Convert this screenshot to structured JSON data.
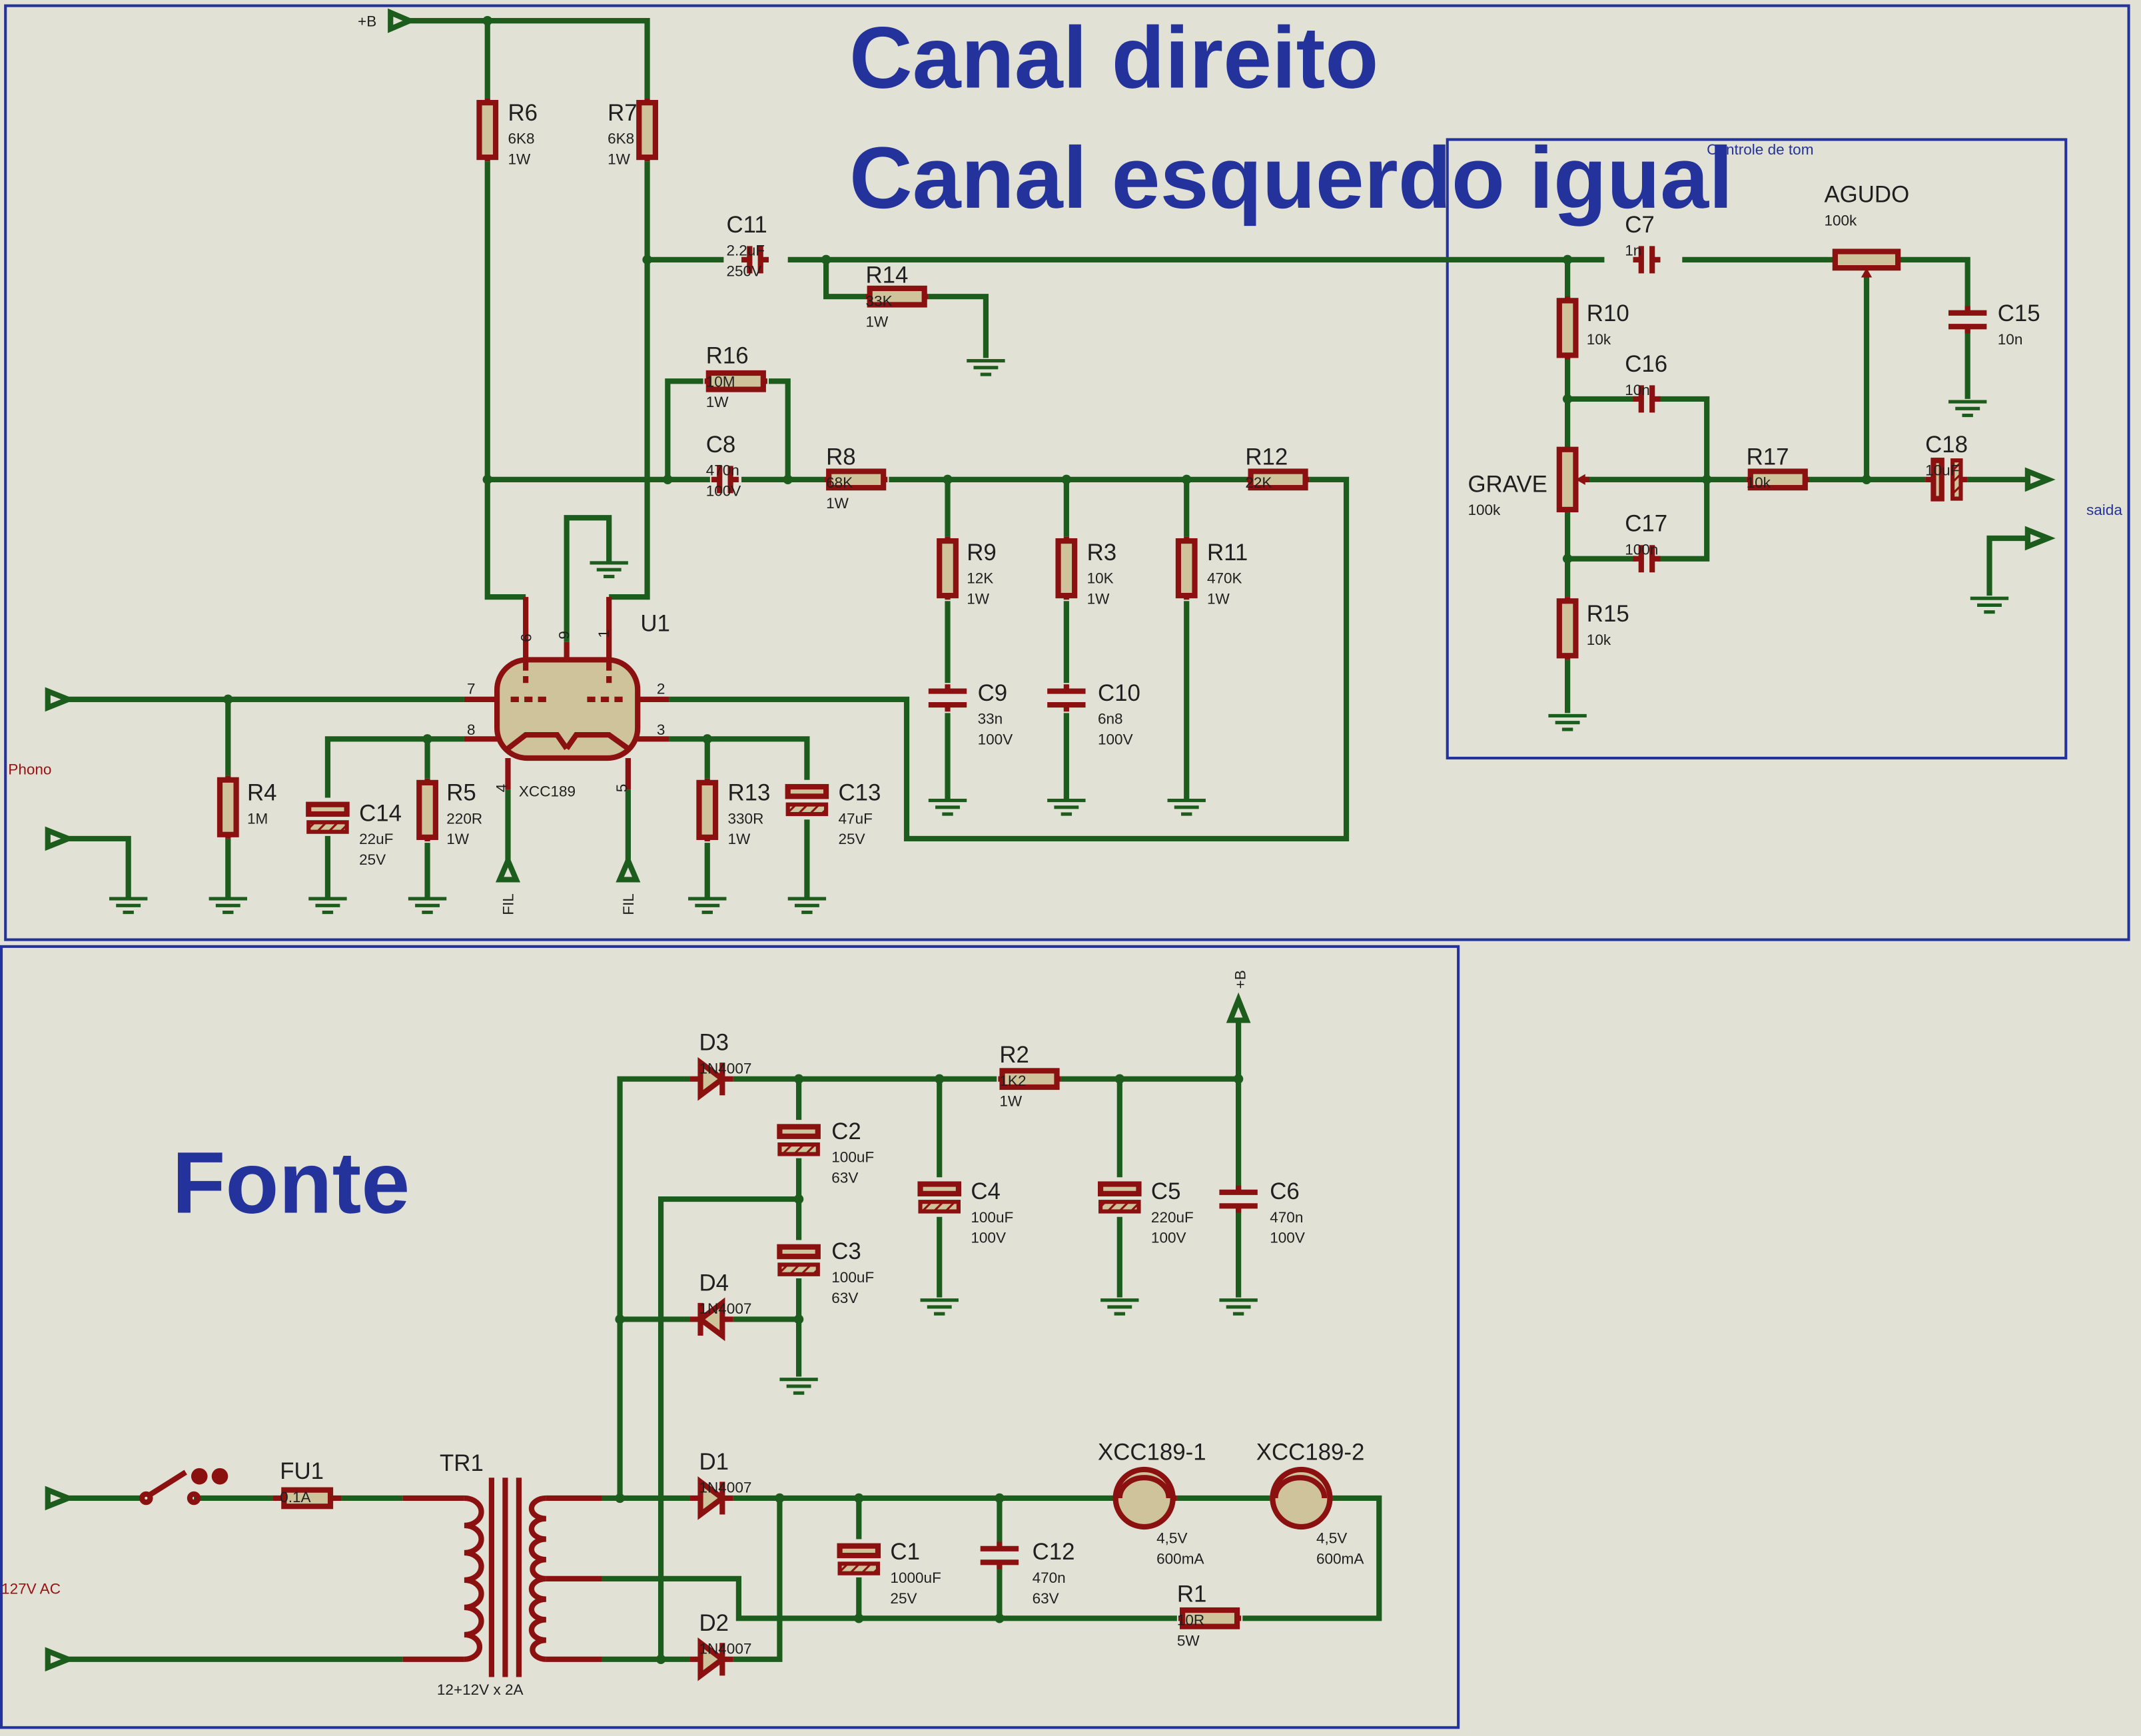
{
  "titles": {
    "right_channel": "Canal direito",
    "left_channel": "Canal esquerdo igual",
    "power_supply": "Fonte",
    "tone_control_box": "Controle de tom"
  },
  "terminals": {
    "b_plus_top": "+B",
    "b_plus_supply": "+B",
    "phono": "Phono",
    "output": "saida",
    "mains": "127V AC",
    "fil_a": "FIL",
    "fil_b": "FIL"
  },
  "tube": {
    "ref": "U1",
    "part": "XCC189",
    "pins": [
      "6",
      "9",
      "1",
      "7",
      "2",
      "8",
      "3",
      "4",
      "5"
    ]
  },
  "components": {
    "R6": {
      "ref": "R6",
      "v1": "6K8",
      "v2": "1W"
    },
    "R7": {
      "ref": "R7",
      "v1": "6K8",
      "v2": "1W"
    },
    "C11": {
      "ref": "C11",
      "v1": "2.2uF",
      "v2": "250V"
    },
    "R14": {
      "ref": "R14",
      "v1": "33K",
      "v2": "1W"
    },
    "R16": {
      "ref": "R16",
      "v1": "10M",
      "v2": "1W"
    },
    "C8": {
      "ref": "C8",
      "v1": "470n",
      "v2": "100V"
    },
    "R8": {
      "ref": "R8",
      "v1": "68K",
      "v2": "1W"
    },
    "R12": {
      "ref": "R12",
      "v1": "22K"
    },
    "R9": {
      "ref": "R9",
      "v1": "12K",
      "v2": "1W"
    },
    "R3": {
      "ref": "R3",
      "v1": "10K",
      "v2": "1W"
    },
    "R11": {
      "ref": "R11",
      "v1": "470K",
      "v2": "1W"
    },
    "C9": {
      "ref": "C9",
      "v1": "33n",
      "v2": "100V"
    },
    "C10": {
      "ref": "C10",
      "v1": "6n8",
      "v2": "100V"
    },
    "R4": {
      "ref": "R4",
      "v1": "1M"
    },
    "C14": {
      "ref": "C14",
      "v1": "22uF",
      "v2": "25V"
    },
    "R5": {
      "ref": "R5",
      "v1": "220R",
      "v2": "1W"
    },
    "R13": {
      "ref": "R13",
      "v1": "330R",
      "v2": "1W"
    },
    "C13": {
      "ref": "C13",
      "v1": "47uF",
      "v2": "25V"
    },
    "C7": {
      "ref": "C7",
      "v1": "1n"
    },
    "AGUDO": {
      "ref": "AGUDO",
      "v1": "100k"
    },
    "C15": {
      "ref": "C15",
      "v1": "10n"
    },
    "R10": {
      "ref": "R10",
      "v1": "10k"
    },
    "C16": {
      "ref": "C16",
      "v1": "10n"
    },
    "GRAVE": {
      "ref": "GRAVE",
      "v1": "100k"
    },
    "R17": {
      "ref": "R17",
      "v1": "10k"
    },
    "C18": {
      "ref": "C18",
      "v1": "10uF"
    },
    "C17": {
      "ref": "C17",
      "v1": "100n"
    },
    "R15": {
      "ref": "R15",
      "v1": "10k"
    },
    "D3": {
      "ref": "D3",
      "v1": "1N4007"
    },
    "C2": {
      "ref": "C2",
      "v1": "100uF",
      "v2": "63V"
    },
    "R2": {
      "ref": "R2",
      "v1": "1K2",
      "v2": "1W"
    },
    "C4": {
      "ref": "C4",
      "v1": "100uF",
      "v2": "100V"
    },
    "C5": {
      "ref": "C5",
      "v1": "220uF",
      "v2": "100V"
    },
    "C6": {
      "ref": "C6",
      "v1": "470n",
      "v2": "100V"
    },
    "C3": {
      "ref": "C3",
      "v1": "100uF",
      "v2": "63V"
    },
    "D4": {
      "ref": "D4",
      "v1": "1N4007"
    },
    "FU1": {
      "ref": "FU1",
      "v1": "0.1A"
    },
    "TR1": {
      "ref": "TR1",
      "v1": "12+12V x 2A"
    },
    "D1": {
      "ref": "D1",
      "v1": "1N4007"
    },
    "D2": {
      "ref": "D2",
      "v1": "1N4007"
    },
    "C1": {
      "ref": "C1",
      "v1": "1000uF",
      "v2": "25V"
    },
    "C12": {
      "ref": "C12",
      "v1": "470n",
      "v2": "63V"
    },
    "R1": {
      "ref": "R1",
      "v1": "10R",
      "v2": "5W"
    },
    "XCC189_1": {
      "ref": "XCC189-1",
      "v1": "4,5V",
      "v2": "600mA"
    },
    "XCC189_2": {
      "ref": "XCC189-2",
      "v1": "4,5V",
      "v2": "600mA"
    }
  }
}
